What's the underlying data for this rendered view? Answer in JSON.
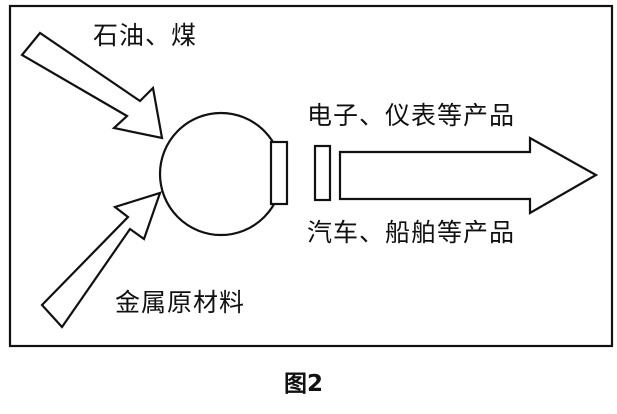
{
  "diagram": {
    "inputs": {
      "top": "石油、煤",
      "bottom": "金属原材料"
    },
    "outputs": {
      "top": "电子、仪表等产品",
      "bottom": "汽车、船舶等产品"
    }
  },
  "caption": "图2",
  "colors": {
    "stroke": "#111111",
    "background": "#ffffff"
  }
}
